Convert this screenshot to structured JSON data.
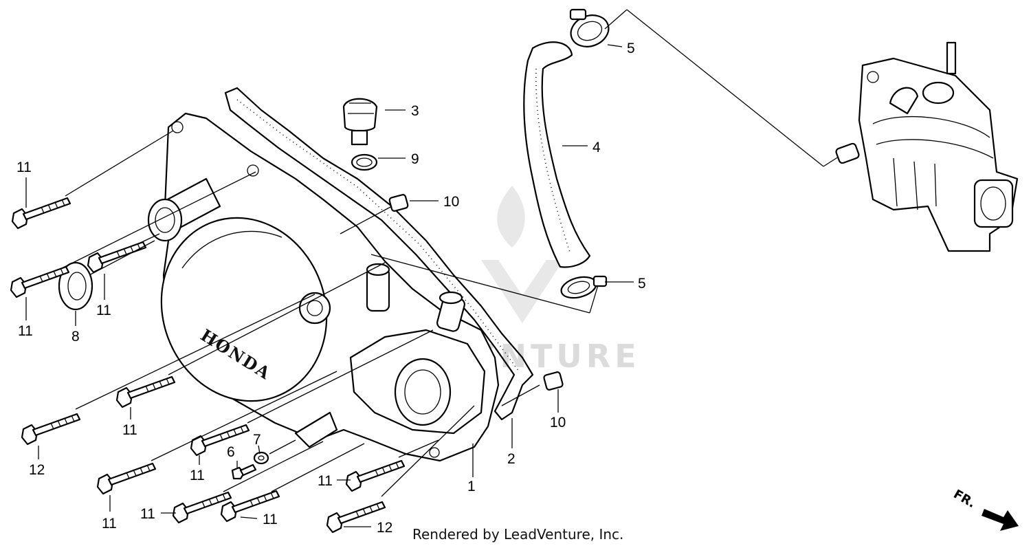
{
  "diagram": {
    "callouts": [
      {
        "id": "c1",
        "label": "1"
      },
      {
        "id": "c2",
        "label": "2"
      },
      {
        "id": "c3",
        "label": "3"
      },
      {
        "id": "c4",
        "label": "4"
      },
      {
        "id": "c5a",
        "label": "5"
      },
      {
        "id": "c5b",
        "label": "5"
      },
      {
        "id": "c6",
        "label": "6"
      },
      {
        "id": "c7",
        "label": "7"
      },
      {
        "id": "c8",
        "label": "8"
      },
      {
        "id": "c9",
        "label": "9"
      },
      {
        "id": "c10a",
        "label": "10"
      },
      {
        "id": "c10b",
        "label": "10"
      },
      {
        "id": "c11a",
        "label": "11"
      },
      {
        "id": "c11b",
        "label": "11"
      },
      {
        "id": "c11c",
        "label": "11"
      },
      {
        "id": "c11d",
        "label": "11"
      },
      {
        "id": "c11e",
        "label": "11"
      },
      {
        "id": "c11f",
        "label": "11"
      },
      {
        "id": "c11g",
        "label": "11"
      },
      {
        "id": "c11h",
        "label": "11"
      },
      {
        "id": "c11i",
        "label": "11"
      },
      {
        "id": "c12a",
        "label": "12"
      },
      {
        "id": "c12b",
        "label": "12"
      }
    ],
    "cover_brand": "HONDA",
    "front_arrow_label": "FR.",
    "watermark": "LEADVENTURE",
    "credit": "Rendered by LeadVenture, Inc."
  }
}
